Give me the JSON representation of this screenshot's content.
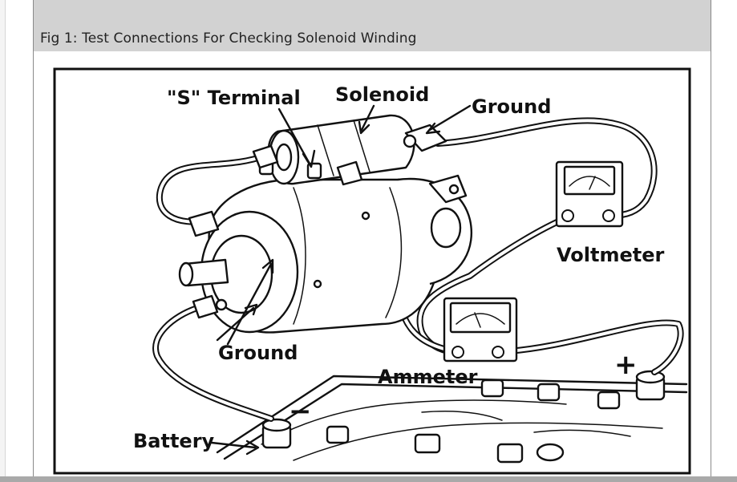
{
  "caption": "Fig 1: Test Connections For Checking Solenoid Winding",
  "labels": {
    "s_terminal": "\"S\" Terminal",
    "solenoid": "Solenoid",
    "ground_top": "Ground",
    "ground_left": "Ground",
    "voltmeter": "Voltmeter",
    "ammeter": "Ammeter",
    "battery": "Battery",
    "minus": "−",
    "plus": "+"
  }
}
